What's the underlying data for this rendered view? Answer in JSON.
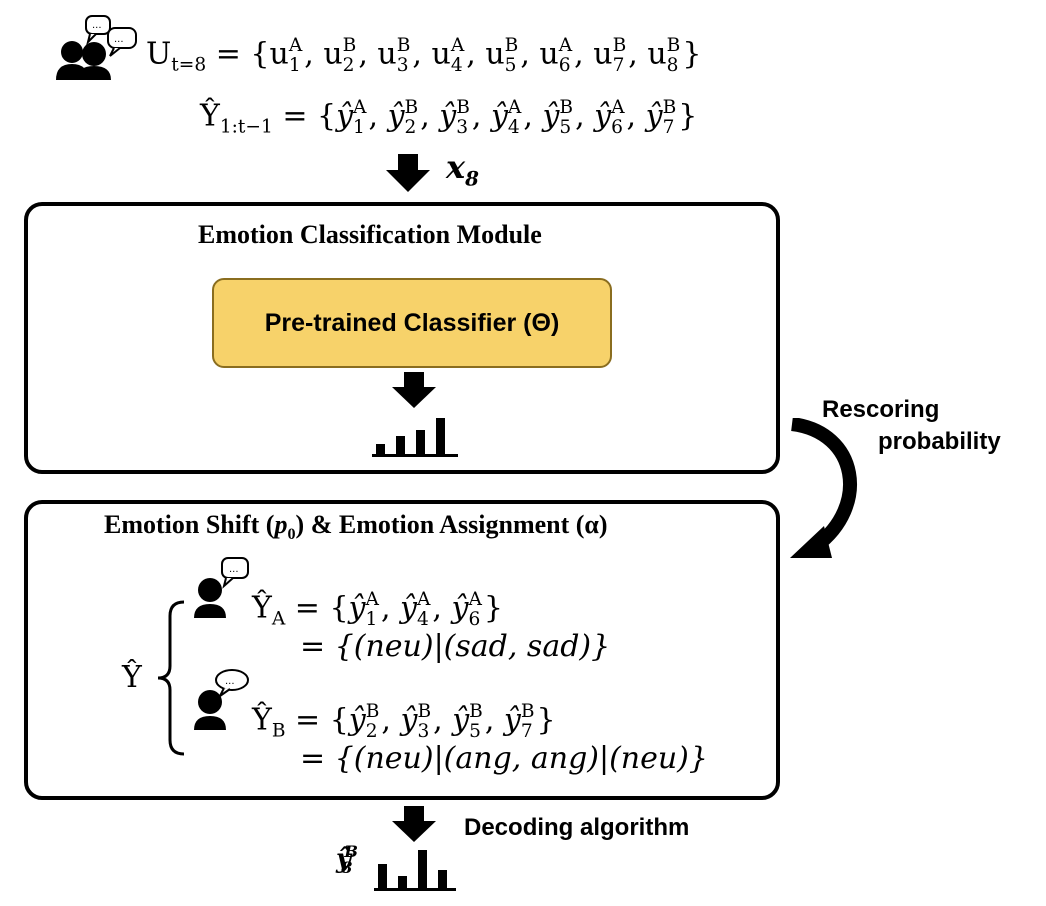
{
  "top": {
    "utterances": {
      "lhs": "U",
      "lhs_sub": "t=8",
      "items": [
        {
          "b": "u",
          "sub": "1",
          "sup": "A"
        },
        {
          "b": "u",
          "sub": "2",
          "sup": "B"
        },
        {
          "b": "u",
          "sub": "3",
          "sup": "B"
        },
        {
          "b": "u",
          "sub": "4",
          "sup": "A"
        },
        {
          "b": "u",
          "sub": "5",
          "sup": "B"
        },
        {
          "b": "u",
          "sub": "6",
          "sup": "A"
        },
        {
          "b": "u",
          "sub": "7",
          "sup": "B"
        },
        {
          "b": "u",
          "sub": "8",
          "sup": "B"
        }
      ]
    },
    "predictions": {
      "lhs": "Ŷ",
      "lhs_sub": "1:t−1",
      "items": [
        {
          "b": "ŷ",
          "sub": "1",
          "sup": "A"
        },
        {
          "b": "ŷ",
          "sub": "2",
          "sup": "B"
        },
        {
          "b": "ŷ",
          "sub": "3",
          "sup": "B"
        },
        {
          "b": "ŷ",
          "sub": "4",
          "sup": "A"
        },
        {
          "b": "ŷ",
          "sub": "5",
          "sup": "B"
        },
        {
          "b": "ŷ",
          "sub": "6",
          "sup": "A"
        },
        {
          "b": "ŷ",
          "sub": "7",
          "sup": "B"
        }
      ]
    },
    "input_label": "x",
    "input_sub": "8"
  },
  "module1": {
    "title": "Emotion Classification Module",
    "classifier_label": "Pre-trained Classifier (Θ)"
  },
  "rescoring": {
    "line1": "Rescoring",
    "line2": "probability"
  },
  "module2": {
    "title_prefix": "Emotion Shift (",
    "title_p": "p",
    "title_p_sub": "0",
    "title_suffix": ") & Emotion Assignment (α)",
    "y_hat": "Ŷ",
    "speaker_a": {
      "lhs": "Ŷ",
      "lhs_sub": "A",
      "items": [
        {
          "b": "ŷ",
          "sub": "1",
          "sup": "A"
        },
        {
          "b": "ŷ",
          "sub": "4",
          "sup": "A"
        },
        {
          "b": "ŷ",
          "sub": "6",
          "sup": "A"
        }
      ],
      "emotions": "= {(neu)|(sad, sad)}"
    },
    "speaker_b": {
      "lhs": "Ŷ",
      "lhs_sub": "B",
      "items": [
        {
          "b": "ŷ",
          "sub": "2",
          "sup": "B"
        },
        {
          "b": "ŷ",
          "sub": "3",
          "sup": "B"
        },
        {
          "b": "ŷ",
          "sub": "5",
          "sup": "B"
        },
        {
          "b": "ŷ",
          "sub": "7",
          "sup": "B"
        }
      ],
      "emotions": "= {(neu)|(ang, ang)|(neu)}"
    }
  },
  "bottom": {
    "decoding_label": "Decoding algorithm",
    "output_b": "ŷ",
    "output_sub": "8",
    "output_sup": "B"
  }
}
